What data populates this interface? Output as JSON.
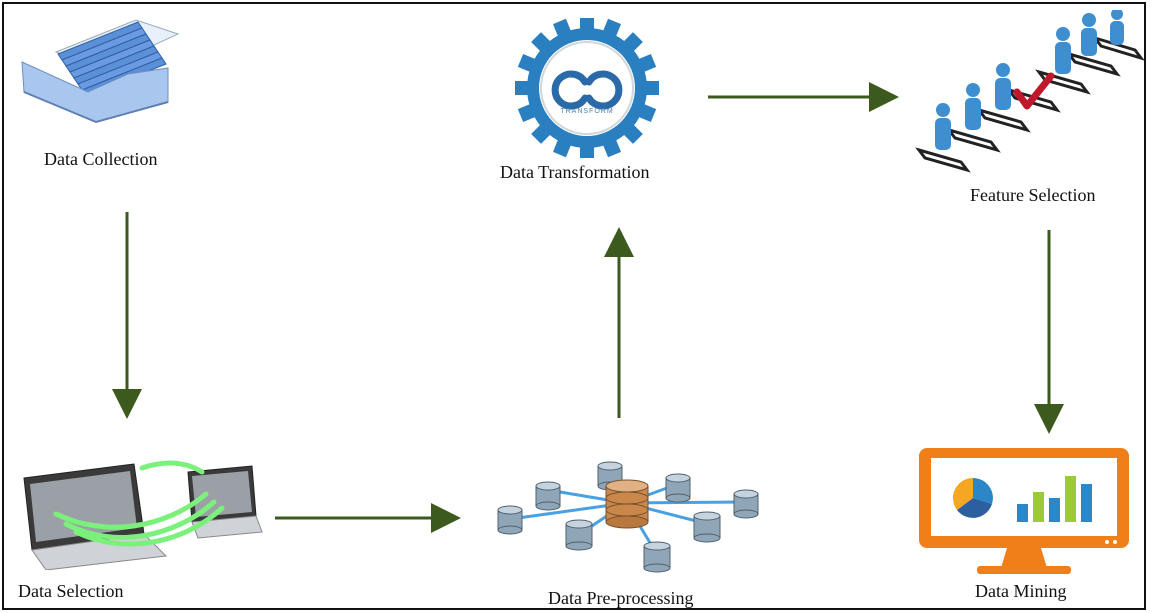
{
  "nodes": {
    "data_collection": {
      "label": "Data Collection"
    },
    "data_selection": {
      "label": "Data Selection"
    },
    "data_preprocessing": {
      "label": "Data Pre-processing"
    },
    "data_transformation": {
      "label": "Data Transformation",
      "badge": "TRANSFORM"
    },
    "feature_selection": {
      "label": "Feature Selection"
    },
    "data_mining": {
      "label": "Data Mining"
    }
  },
  "colors": {
    "arrow": "#3d5a1e",
    "folder": "#5b8fd6",
    "gear": "#2a7fc1",
    "person": "#3f8fd0",
    "check": "#c0182b",
    "monitor": "#f07f1a",
    "cable": "#7cf07c",
    "database": "#8fa6b8",
    "database_center": "#c9884a"
  }
}
